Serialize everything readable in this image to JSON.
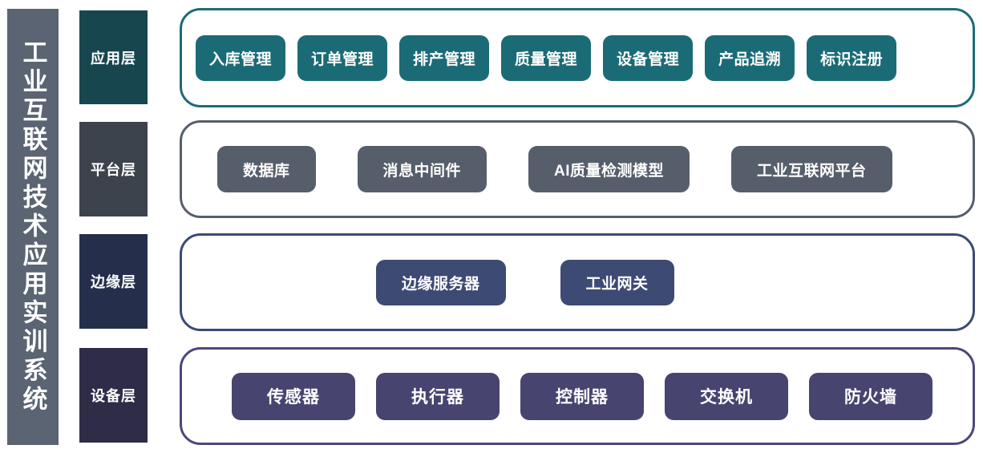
{
  "title": {
    "vertical_text": "工业互联网技术应用实训系统"
  },
  "layers": [
    {
      "id": "application",
      "tag": "应用层",
      "tag_color": "#17464f",
      "border_color": "#1c6b78",
      "pill_color": "#1b6b76",
      "items": [
        "入库管理",
        "订单管理",
        "排产管理",
        "质量管理",
        "设备管理",
        "产品追溯",
        "标识注册"
      ]
    },
    {
      "id": "platform",
      "tag": "平台层",
      "tag_color": "#3d434d",
      "border_color": "#565e6b",
      "pill_color": "#575e6b",
      "items": [
        "数据库",
        "消息中间件",
        "AI质量检测模型",
        "工业互联网平台"
      ]
    },
    {
      "id": "edge",
      "tag": "边缘层",
      "tag_color": "#252f4c",
      "border_color": "#3c4a73",
      "pill_color": "#3d4a74",
      "items": [
        "边缘服务器",
        "工业网关"
      ]
    },
    {
      "id": "device",
      "tag": "设备层",
      "tag_color": "#2e2c47",
      "border_color": "#4a4878",
      "pill_color": "#474470",
      "items": [
        "传感器",
        "执行器",
        "控制器",
        "交换机",
        "防火墙"
      ]
    }
  ]
}
